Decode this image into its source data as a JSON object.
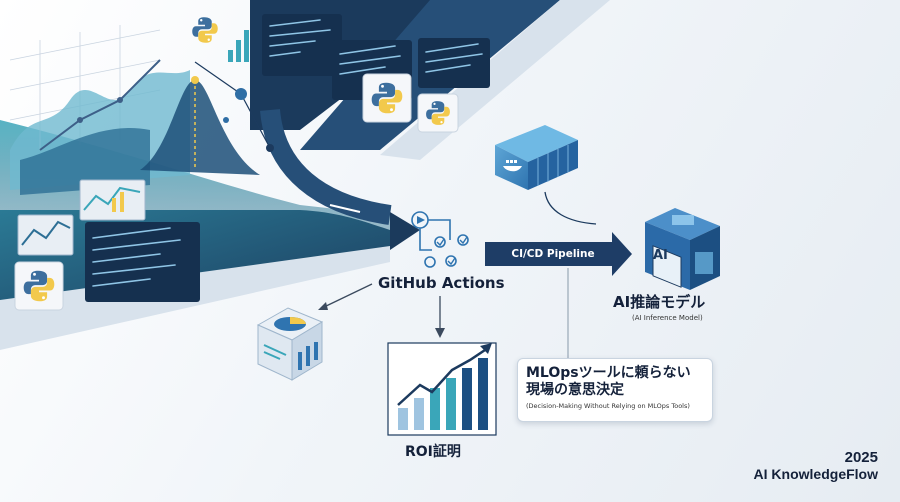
{
  "labels": {
    "github_actions": "GitHub Actions",
    "cicd_pipeline": "CI/CD Pipeline",
    "ai_model_ja": "AI推論モデル",
    "ai_model_en": "(AI Inference Model)",
    "ai_cube_badge": "AI",
    "roi": "ROI証明",
    "mlops_line1": "MLOpsツールに頼らない",
    "mlops_line2": "現場の意思決定",
    "mlops_en": "(Decision-Making Without Relying on MLOps Tools)"
  },
  "footer": {
    "year": "2025",
    "brand": "AI KnowledgeFlow"
  },
  "icons": [
    "python-logo-icon",
    "docker-whale-icon",
    "workflow-icon",
    "container-icon",
    "ai-cube-icon",
    "bar-chart-icon",
    "growth-chart-icon",
    "pie-chart-icon"
  ],
  "colors": {
    "navy": "#1c3a5e",
    "teal": "#3aa6b9",
    "light_blue": "#5ea6d6",
    "python_yellow": "#f2c94c",
    "python_blue": "#3d6f9e",
    "background": "#f2f5f8"
  }
}
